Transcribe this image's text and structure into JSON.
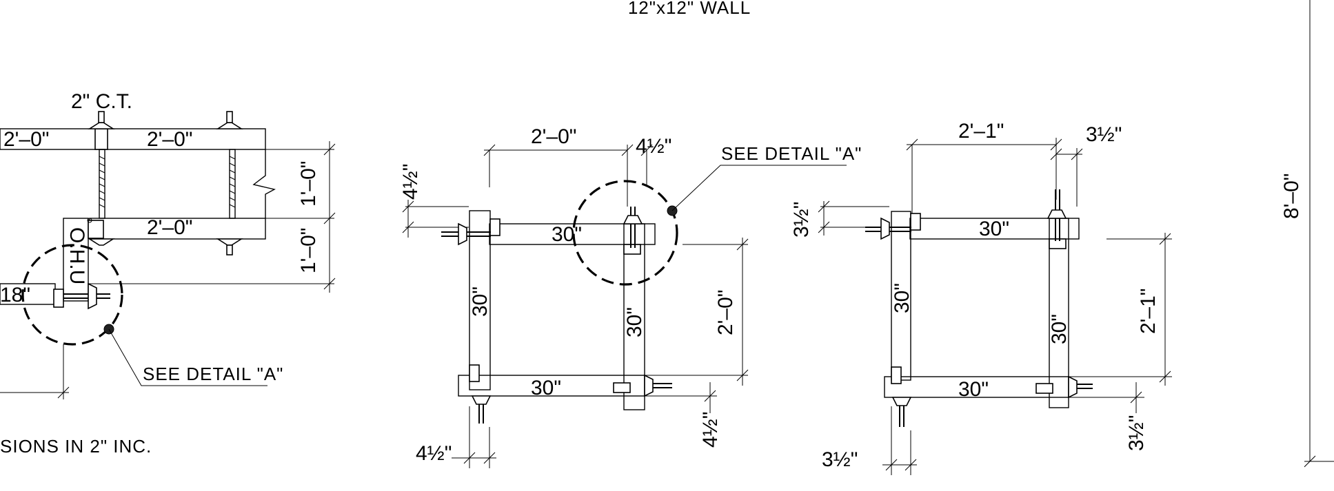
{
  "header": {
    "title": "12\"x12\" WALL"
  },
  "left_detail": {
    "spacing_label": "2\" C.T.",
    "dim_top_left": "2'–0\"",
    "dim_top_right": "2'–0\"",
    "dim_mid": "2'–0\"",
    "dim_v_upper": "1'–0\"",
    "dim_v_lower": "1'–0\"",
    "dim_18": "18\"",
    "vertical_label": "O.H.U",
    "callout": "SEE DETAIL \"A\"",
    "note": "SIONS IN 2\" INC."
  },
  "mid_detail": {
    "dim_top": "2'–0\"",
    "dim_top_right": "4½\"",
    "dim_left_vert": "4½\"",
    "callout": "SEE DETAIL \"A\"",
    "beam_top": "30\"",
    "beam_bottom": "30\"",
    "post_left": "30\"",
    "post_right": "30\"",
    "dim_right_vert": "2'–0\"",
    "dim_bottom_left": "4½\"",
    "dim_bottom_right_vert": "4½\""
  },
  "right_detail": {
    "dim_top": "2'–1\"",
    "dim_top_right": "3½\"",
    "dim_left_vert": "3½\"",
    "beam_top": "30\"",
    "beam_bottom": "30\"",
    "post_left": "30\"",
    "post_right": "30\"",
    "dim_right_vert": "2'–1\"",
    "dim_bottom_left": "3½\"",
    "dim_bottom_right_vert": "3½\""
  },
  "far_right": {
    "height_dim": "8'–0\""
  }
}
